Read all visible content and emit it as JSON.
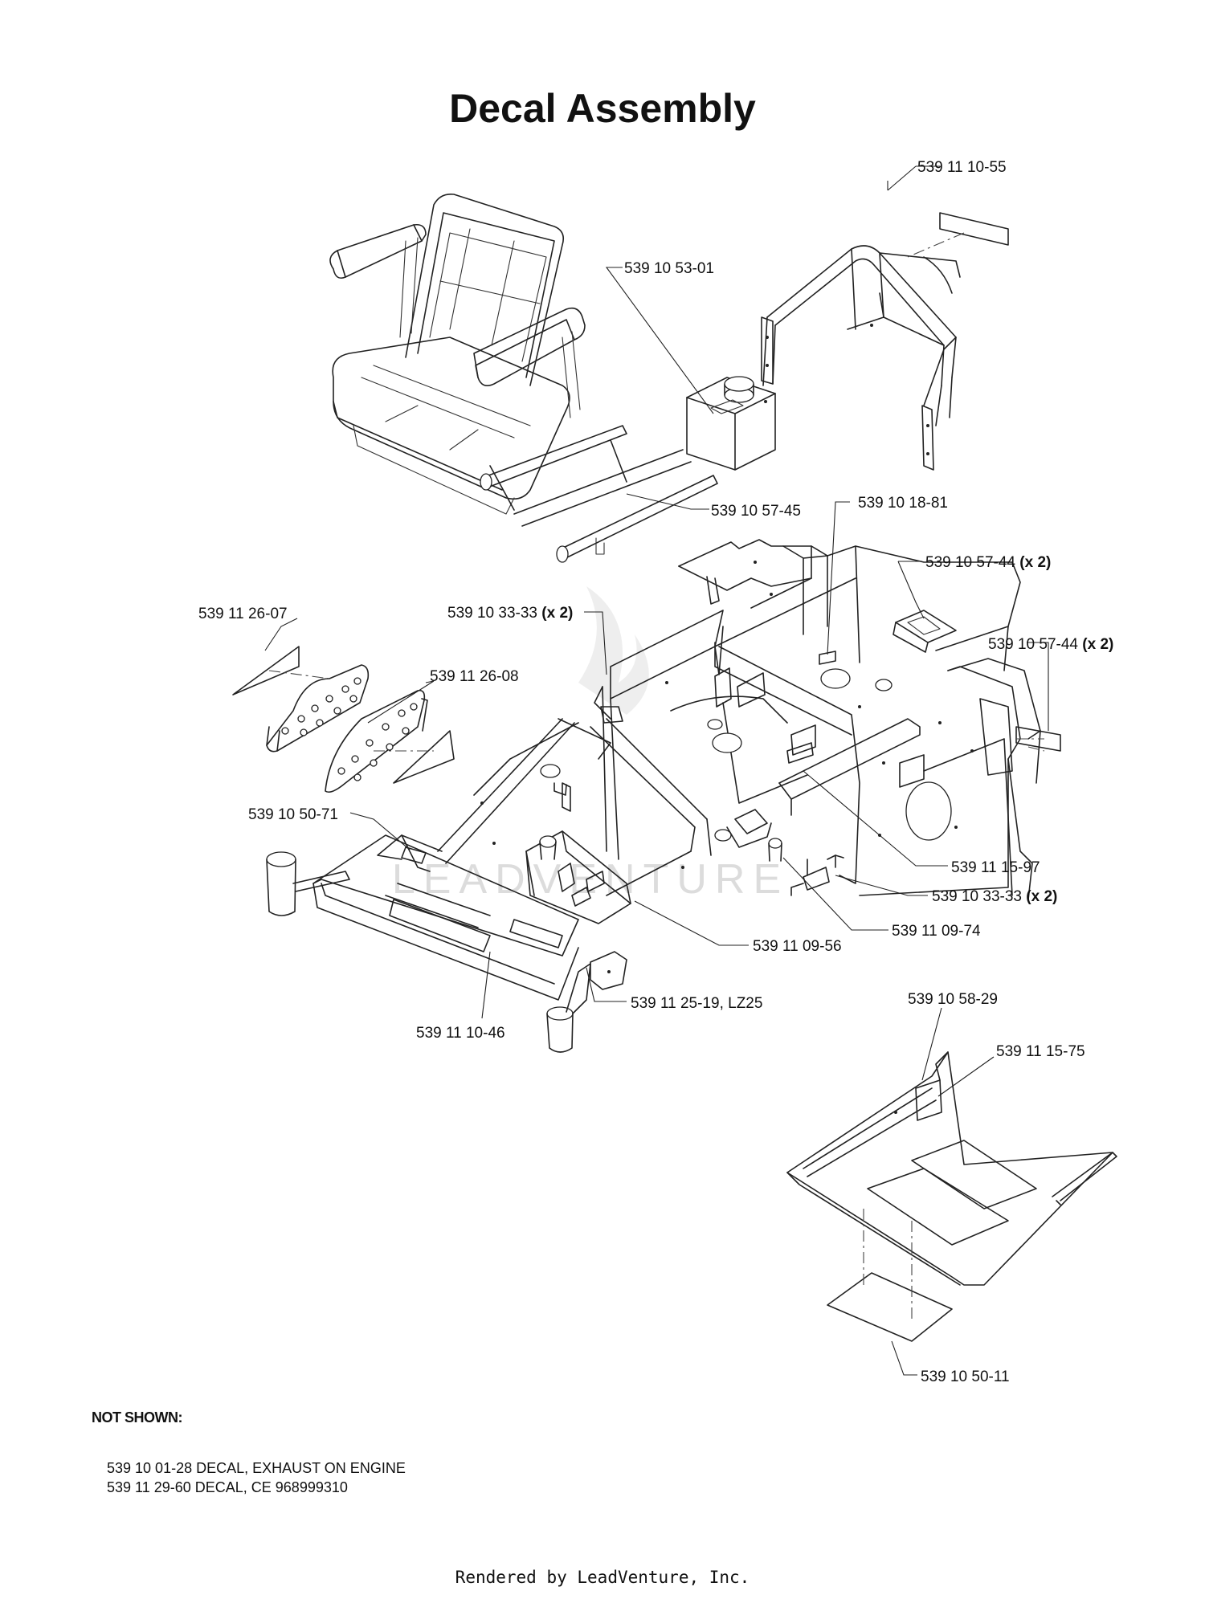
{
  "title": "Decal Assembly",
  "watermark": "LEADVENTURE",
  "callouts": [
    {
      "id": "c1",
      "part": "539 11 10-55",
      "qty": ""
    },
    {
      "id": "c2",
      "part": "539 10 53-01",
      "qty": ""
    },
    {
      "id": "c3",
      "part": "539 10 57-45",
      "qty": ""
    },
    {
      "id": "c4",
      "part": "539 10 18-81",
      "qty": ""
    },
    {
      "id": "c5",
      "part": "539 10 57-44",
      "qty": "(x 2)"
    },
    {
      "id": "c6",
      "part": "539 10 57-44",
      "qty": "(x 2)"
    },
    {
      "id": "c7",
      "part": "539 11 26-07",
      "qty": ""
    },
    {
      "id": "c8",
      "part": "539 10 33-33",
      "qty": "(x 2)"
    },
    {
      "id": "c9",
      "part": "539 11 26-08",
      "qty": ""
    },
    {
      "id": "c10",
      "part": "539 10 50-71",
      "qty": ""
    },
    {
      "id": "c11",
      "part": "539 11 15-97",
      "qty": ""
    },
    {
      "id": "c12",
      "part": "539 10 33-33",
      "qty": "(x 2)"
    },
    {
      "id": "c13",
      "part": "539 11 09-74",
      "qty": ""
    },
    {
      "id": "c14",
      "part": "539 11 09-56",
      "qty": ""
    },
    {
      "id": "c15",
      "part": "539 11 25-19, LZ25",
      "qty": ""
    },
    {
      "id": "c16",
      "part": "539 11 10-46",
      "qty": ""
    },
    {
      "id": "c17",
      "part": "539 10 58-29",
      "qty": ""
    },
    {
      "id": "c18",
      "part": "539 11 15-75",
      "qty": ""
    },
    {
      "id": "c19",
      "part": "539 10 50-11",
      "qty": ""
    }
  ],
  "not_shown": {
    "heading": "NOT SHOWN:",
    "items": [
      "539 10 01-28 DECAL, EXHAUST ON ENGINE",
      "539 11 29-60 DECAL, CE 968999310"
    ]
  },
  "footer": "Rendered by LeadVenture, Inc."
}
